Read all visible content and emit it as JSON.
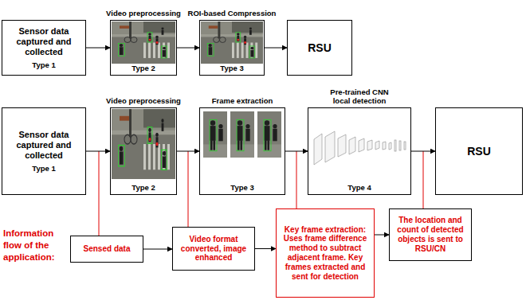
{
  "diagram": {
    "nodes": [
      {
        "text": [
          "Sensor data captured and collected",
          "Type 1"
        ]
      },
      {
        "text": [
          "Video preprocessing",
          "Type 2"
        ]
      },
      {
        "text": [
          "ROI-based Compression",
          "Type 3"
        ]
      },
      {
        "text": [
          "RSU"
        ]
      },
      {
        "text": [
          "Sensor data captured and collected",
          "Type 1"
        ]
      },
      {
        "text": [
          "Video preprocessing",
          "Type 2"
        ]
      },
      {
        "text": [
          "Frame extraction",
          "Type 3"
        ]
      },
      {
        "text": [
          "Pre-trained CNN local detection",
          "Type 4"
        ]
      },
      {
        "text": [
          "RSU"
        ]
      },
      {
        "text": [
          "Sensed data"
        ]
      },
      {
        "text": [
          "Video format converted, image enhanced"
        ]
      },
      {
        "text": [
          "Key frame extraction: Uses frame difference method to subtract adjacent frame. Key frames extracted and sent for detection"
        ]
      },
      {
        "text": [
          "The location and count of detected objects is sent to RSU/CN"
        ]
      }
    ],
    "edges": [
      {
        "from": 0,
        "to": 1,
        "arrow": "to"
      },
      {
        "from": 1,
        "to": 2,
        "arrow": "to"
      },
      {
        "from": 2,
        "to": 3,
        "arrow": "to"
      },
      {
        "from": 4,
        "to": 5,
        "arrow": "to"
      },
      {
        "from": 5,
        "to": 6,
        "arrow": "to"
      },
      {
        "from": 6,
        "to": 7,
        "arrow": "to"
      },
      {
        "from": 7,
        "to": 8,
        "arrow": "to"
      },
      {
        "from": 9,
        "to": 10,
        "arrow": "to"
      },
      {
        "from": 10,
        "to": 11,
        "arrow": "to"
      },
      {
        "from": 11,
        "to": 12,
        "arrow": "to"
      }
    ],
    "labels": [
      "Information flow of the application:"
    ]
  }
}
